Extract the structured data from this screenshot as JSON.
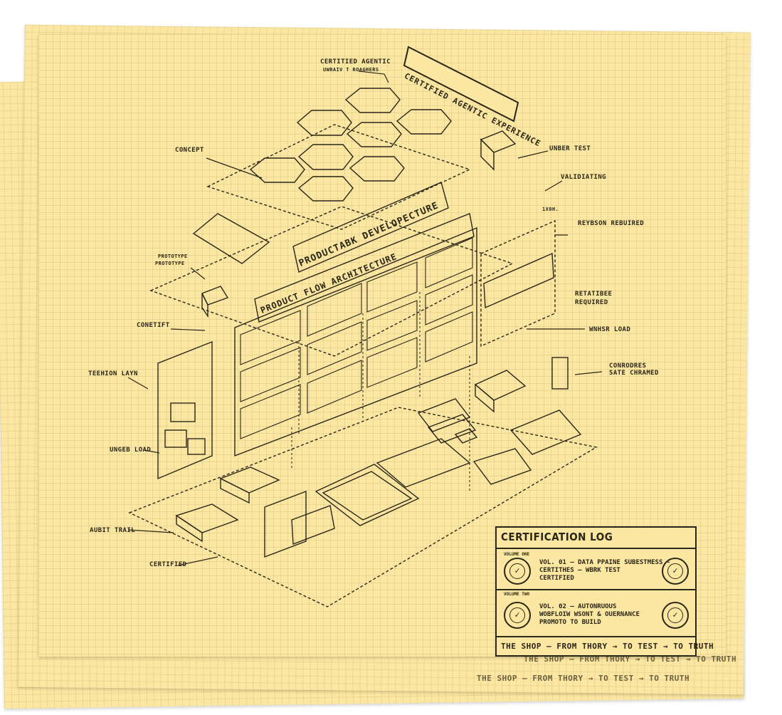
{
  "title": "CERTIFIED AGENTIC EXPERIENCE",
  "banners": {
    "development": "PRODUCTABK DEVELOPECTURE",
    "flow": "PRODUCT FLOW ARCHITECTURE"
  },
  "callouts": {
    "agentic": "CERTITIED AGENTIC",
    "agentic2": "UWRAIV T ROAGHERS",
    "concept": "CONCEPT",
    "under_test": "UNBER TEST",
    "validating": "VALIDIATING",
    "review": "REYBSON REBUIRED",
    "prototype": "PROTOTYPE",
    "prototype2": "PROTOTYPE",
    "retained": "RETATIBEE",
    "retained2": "REQUIRED",
    "concept2": "CONETIFT",
    "under_load_right": "WNHSR LOAD",
    "tension": "TEEHION LAYN",
    "controlled": "CONRODRES",
    "controlled2": "SATE CHRAMED",
    "under_load_left": "UNGEB LOAD",
    "audit": "AUBIT TRAIL",
    "certified": "CERTIFIED",
    "badge": "1X0h."
  },
  "log": {
    "title": "CERTIFICATION LOG",
    "entries": [
      {
        "sub": "VOLUME ONE",
        "lines": [
          "VOL. 01 – DATA PPAINE SUBESTMESS -",
          "CERTITHES – WBRK TEST",
          "CERTIFIED"
        ]
      },
      {
        "sub": "VOLUME TWO",
        "lines": [
          "VOL. 02 – AUTONRUOUS",
          "WOBFLOIW WSONT & OUERNANCE",
          "PROMOTO TO BUILD"
        ]
      }
    ],
    "motto": "THE SHOP — FROM THORY → TO TEST → TO TRUTH",
    "motto_back": "THE SHOP — FROM THORY → TO TEST → TO TRUTH",
    "motto_mid": "THE SHOP — FROM THORY → TO TEST → TO TRUTH"
  },
  "colors": {
    "paper": "#fbe7a1",
    "ink": "#2a2618"
  }
}
